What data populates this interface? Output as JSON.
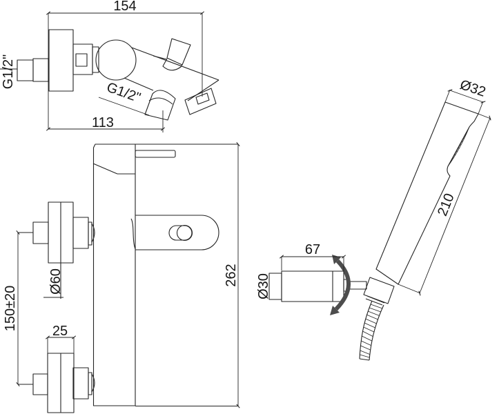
{
  "drawing": {
    "title": "bath-shower mixer technical dimension drawing",
    "colors": {
      "line": "#222222",
      "text": "#161616",
      "rotation_arrow": "#4d4d4d",
      "background": "#ffffff"
    },
    "icons": {
      "rotation_arrow": "rotation-arrow-icon"
    },
    "side_view": {
      "width_overall": "154",
      "inlet_thread": "G1/2\"",
      "outlet_thread": "G1/2\"",
      "spout_reach": "113"
    },
    "front_view": {
      "height_overall": "262",
      "inlet_centers": "150±20",
      "escutcheon_diameter": "Ø60",
      "escutcheon_depth": "25"
    },
    "hand_shower": {
      "head_diameter": "Ø32",
      "length": "210"
    },
    "bracket": {
      "length": "67",
      "diameter": "Ø30"
    }
  }
}
